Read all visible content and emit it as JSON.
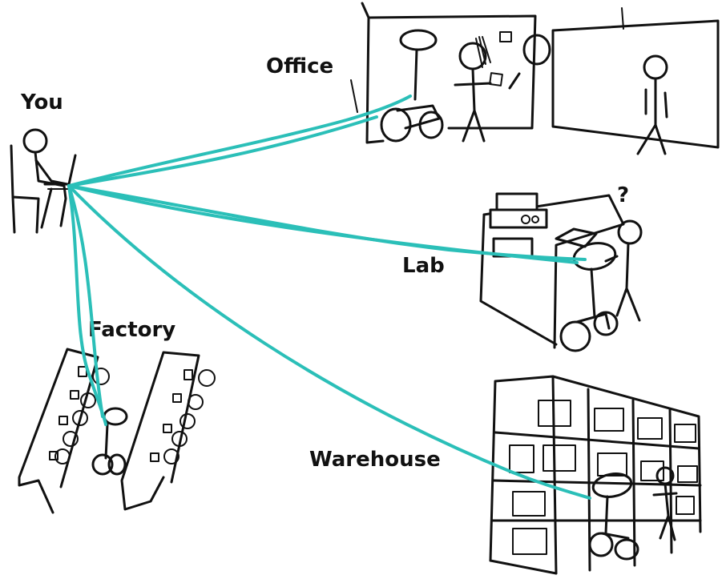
{
  "labels": {
    "you": "You",
    "office": "Office",
    "lab": "Lab",
    "factory": "Factory",
    "warehouse": "Warehouse",
    "question_mark": "?"
  },
  "colors": {
    "link": "#2bbfb8",
    "ink": "#111111",
    "background": "#ffffff"
  }
}
